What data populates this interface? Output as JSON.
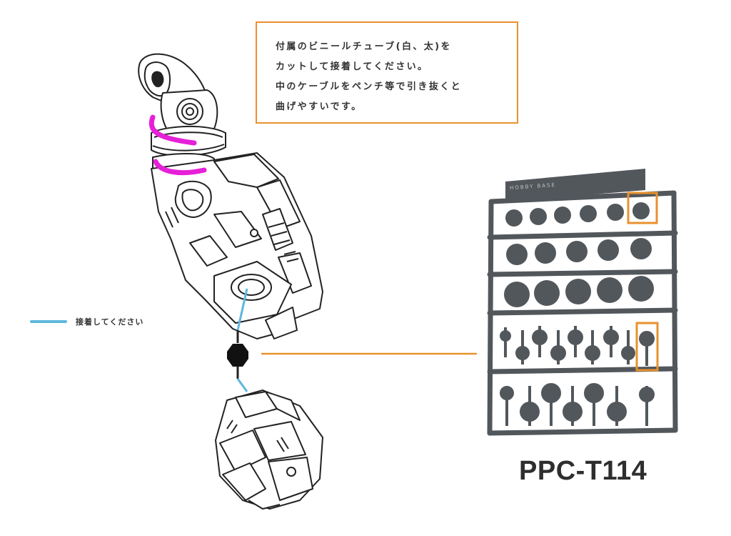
{
  "instruction": {
    "lines": [
      "付属のビニールチューブ(白、太)を",
      "カットして接着してください。",
      "中のケーブルをペンチ等で引き抜くと",
      "曲げやすいです。"
    ]
  },
  "legend": {
    "glue_label": "接着してください"
  },
  "parts_runner": {
    "product_code": "PPC-T114",
    "brand_mark": "HOBBY BASE"
  },
  "colors": {
    "callout_orange": "#e8922e",
    "glue_blue": "#5eb7dd",
    "tube_magenta": "#e620d8",
    "runner_gray": "#52575c",
    "outline": "#222222"
  }
}
